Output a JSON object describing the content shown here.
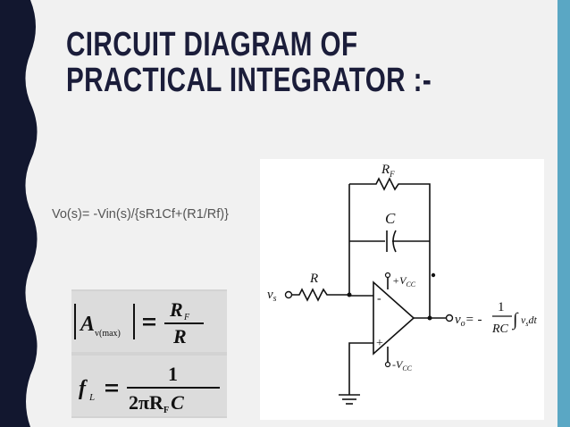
{
  "slide": {
    "title_line1": "CIRCUIT DIAGRAM OF",
    "title_line2": "PRACTICAL INTEGRATOR :-",
    "transfer_function": "Vo(s)= -Vin(s)/{sR1Cf+(R1/Rf)}",
    "colors": {
      "navy": "#12172f",
      "accent": "#5aa7c4",
      "title": "#1b1d3a"
    }
  },
  "formulas": {
    "gain_lhs_A": "A",
    "gain_lhs_sub": "v(max)",
    "gain_rhs_num": "R",
    "gain_rhs_num_sub": "F",
    "gain_rhs_den": "R",
    "freq_lhs": "f",
    "freq_lhs_sub": "L",
    "freq_num": "1",
    "freq_den": "2πR",
    "freq_den_sub": "F",
    "freq_den_tail": "C"
  },
  "circuit": {
    "rf_label": "R",
    "rf_sub": "F",
    "c_label": "C",
    "r_label": "R",
    "vs_label": "v",
    "vs_sub": "s",
    "vcc_pos": "+V",
    "vcc_pos_sub": "CC",
    "vcc_neg": "-V",
    "vcc_neg_sub": "CC",
    "minus_sign": "-",
    "plus_sign": "+",
    "vo_label": "v",
    "vo_sub": "o",
    "vo_eq": "= -",
    "out_num": "1",
    "out_den": "RC",
    "integral": "∫",
    "integrand": "v",
    "integrand_sub": "s",
    "dt": "dt"
  }
}
